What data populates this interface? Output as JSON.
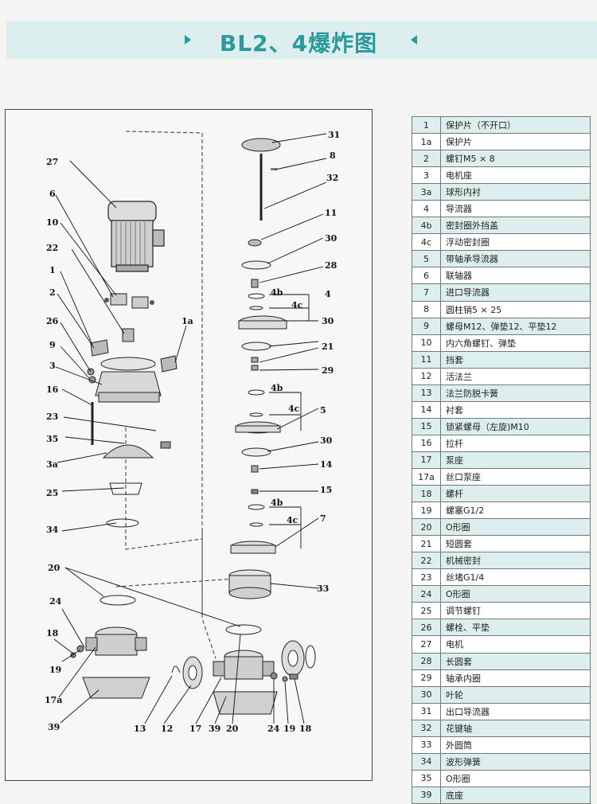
{
  "title": "BL2、4爆炸图",
  "colors": {
    "accent": "#2a9a9c",
    "band": "#dcefee"
  },
  "diagram_labels": {
    "l27": "27",
    "l6": "6",
    "l10": "10",
    "l22": "22",
    "l1": "1",
    "l2": "2",
    "l26": "26",
    "l9": "9",
    "l3": "3",
    "l16": "16",
    "l23": "23",
    "l35": "35",
    "l3a": "3a",
    "l25": "25",
    "l34": "34",
    "l20": "20",
    "l24": "24",
    "l18": "18",
    "l19": "19",
    "l17a": "17a",
    "l39": "39",
    "l1a": "1a",
    "l31": "31",
    "l8": "8",
    "l32": "32",
    "l11": "11",
    "l30": "30",
    "l28": "28",
    "l4b": "4b",
    "l4c": "4c",
    "l4": "4",
    "l21": "21",
    "l29": "29",
    "l5": "5",
    "l14": "14",
    "l15": "15",
    "l7": "7",
    "l33": "33",
    "l13": "13",
    "l12": "12",
    "l17": "17"
  },
  "parts": [
    {
      "no": "1",
      "name": "保护片（不开口）"
    },
    {
      "no": "1a",
      "name": "保护片"
    },
    {
      "no": "2",
      "name": "螺钉M5 × 8"
    },
    {
      "no": "3",
      "name": "电机座"
    },
    {
      "no": "3a",
      "name": "球形内衬"
    },
    {
      "no": "4",
      "name": "导流器"
    },
    {
      "no": "4b",
      "name": "密封圈外挡盖"
    },
    {
      "no": "4c",
      "name": "浮动密封圈"
    },
    {
      "no": "5",
      "name": "带轴承导流器"
    },
    {
      "no": "6",
      "name": "联轴器"
    },
    {
      "no": "7",
      "name": "进口导流器"
    },
    {
      "no": "8",
      "name": "圆柱销5 × 25"
    },
    {
      "no": "9",
      "name": "螺母M12、弹垫12、平垫12"
    },
    {
      "no": "10",
      "name": "内六角螺钉、弹垫"
    },
    {
      "no": "11",
      "name": "挡套"
    },
    {
      "no": "12",
      "name": "活法兰"
    },
    {
      "no": "13",
      "name": "法兰防脱卡簧"
    },
    {
      "no": "14",
      "name": "衬套"
    },
    {
      "no": "15",
      "name": "锁紧螺母（左旋)M10"
    },
    {
      "no": "16",
      "name": "拉杆"
    },
    {
      "no": "17",
      "name": "泵座"
    },
    {
      "no": "17a",
      "name": "丝口泵座"
    },
    {
      "no": "18",
      "name": "螺杆"
    },
    {
      "no": "19",
      "name": "螺塞G1/2"
    },
    {
      "no": "20",
      "name": "O形圈"
    },
    {
      "no": "21",
      "name": "短圆套"
    },
    {
      "no": "22",
      "name": "机械密封"
    },
    {
      "no": "23",
      "name": "丝堵G1/4"
    },
    {
      "no": "24",
      "name": "O形圈"
    },
    {
      "no": "25",
      "name": "调节螺钉"
    },
    {
      "no": "26",
      "name": "螺栓、平垫"
    },
    {
      "no": "27",
      "name": "电机"
    },
    {
      "no": "28",
      "name": "长圆套"
    },
    {
      "no": "29",
      "name": "轴承内圈"
    },
    {
      "no": "30",
      "name": "叶轮"
    },
    {
      "no": "31",
      "name": "出口导流器"
    },
    {
      "no": "32",
      "name": "花键轴"
    },
    {
      "no": "33",
      "name": "外圆筒"
    },
    {
      "no": "34",
      "name": "波形弹簧"
    },
    {
      "no": "35",
      "name": "O形圈"
    },
    {
      "no": "39",
      "name": "底座"
    }
  ]
}
